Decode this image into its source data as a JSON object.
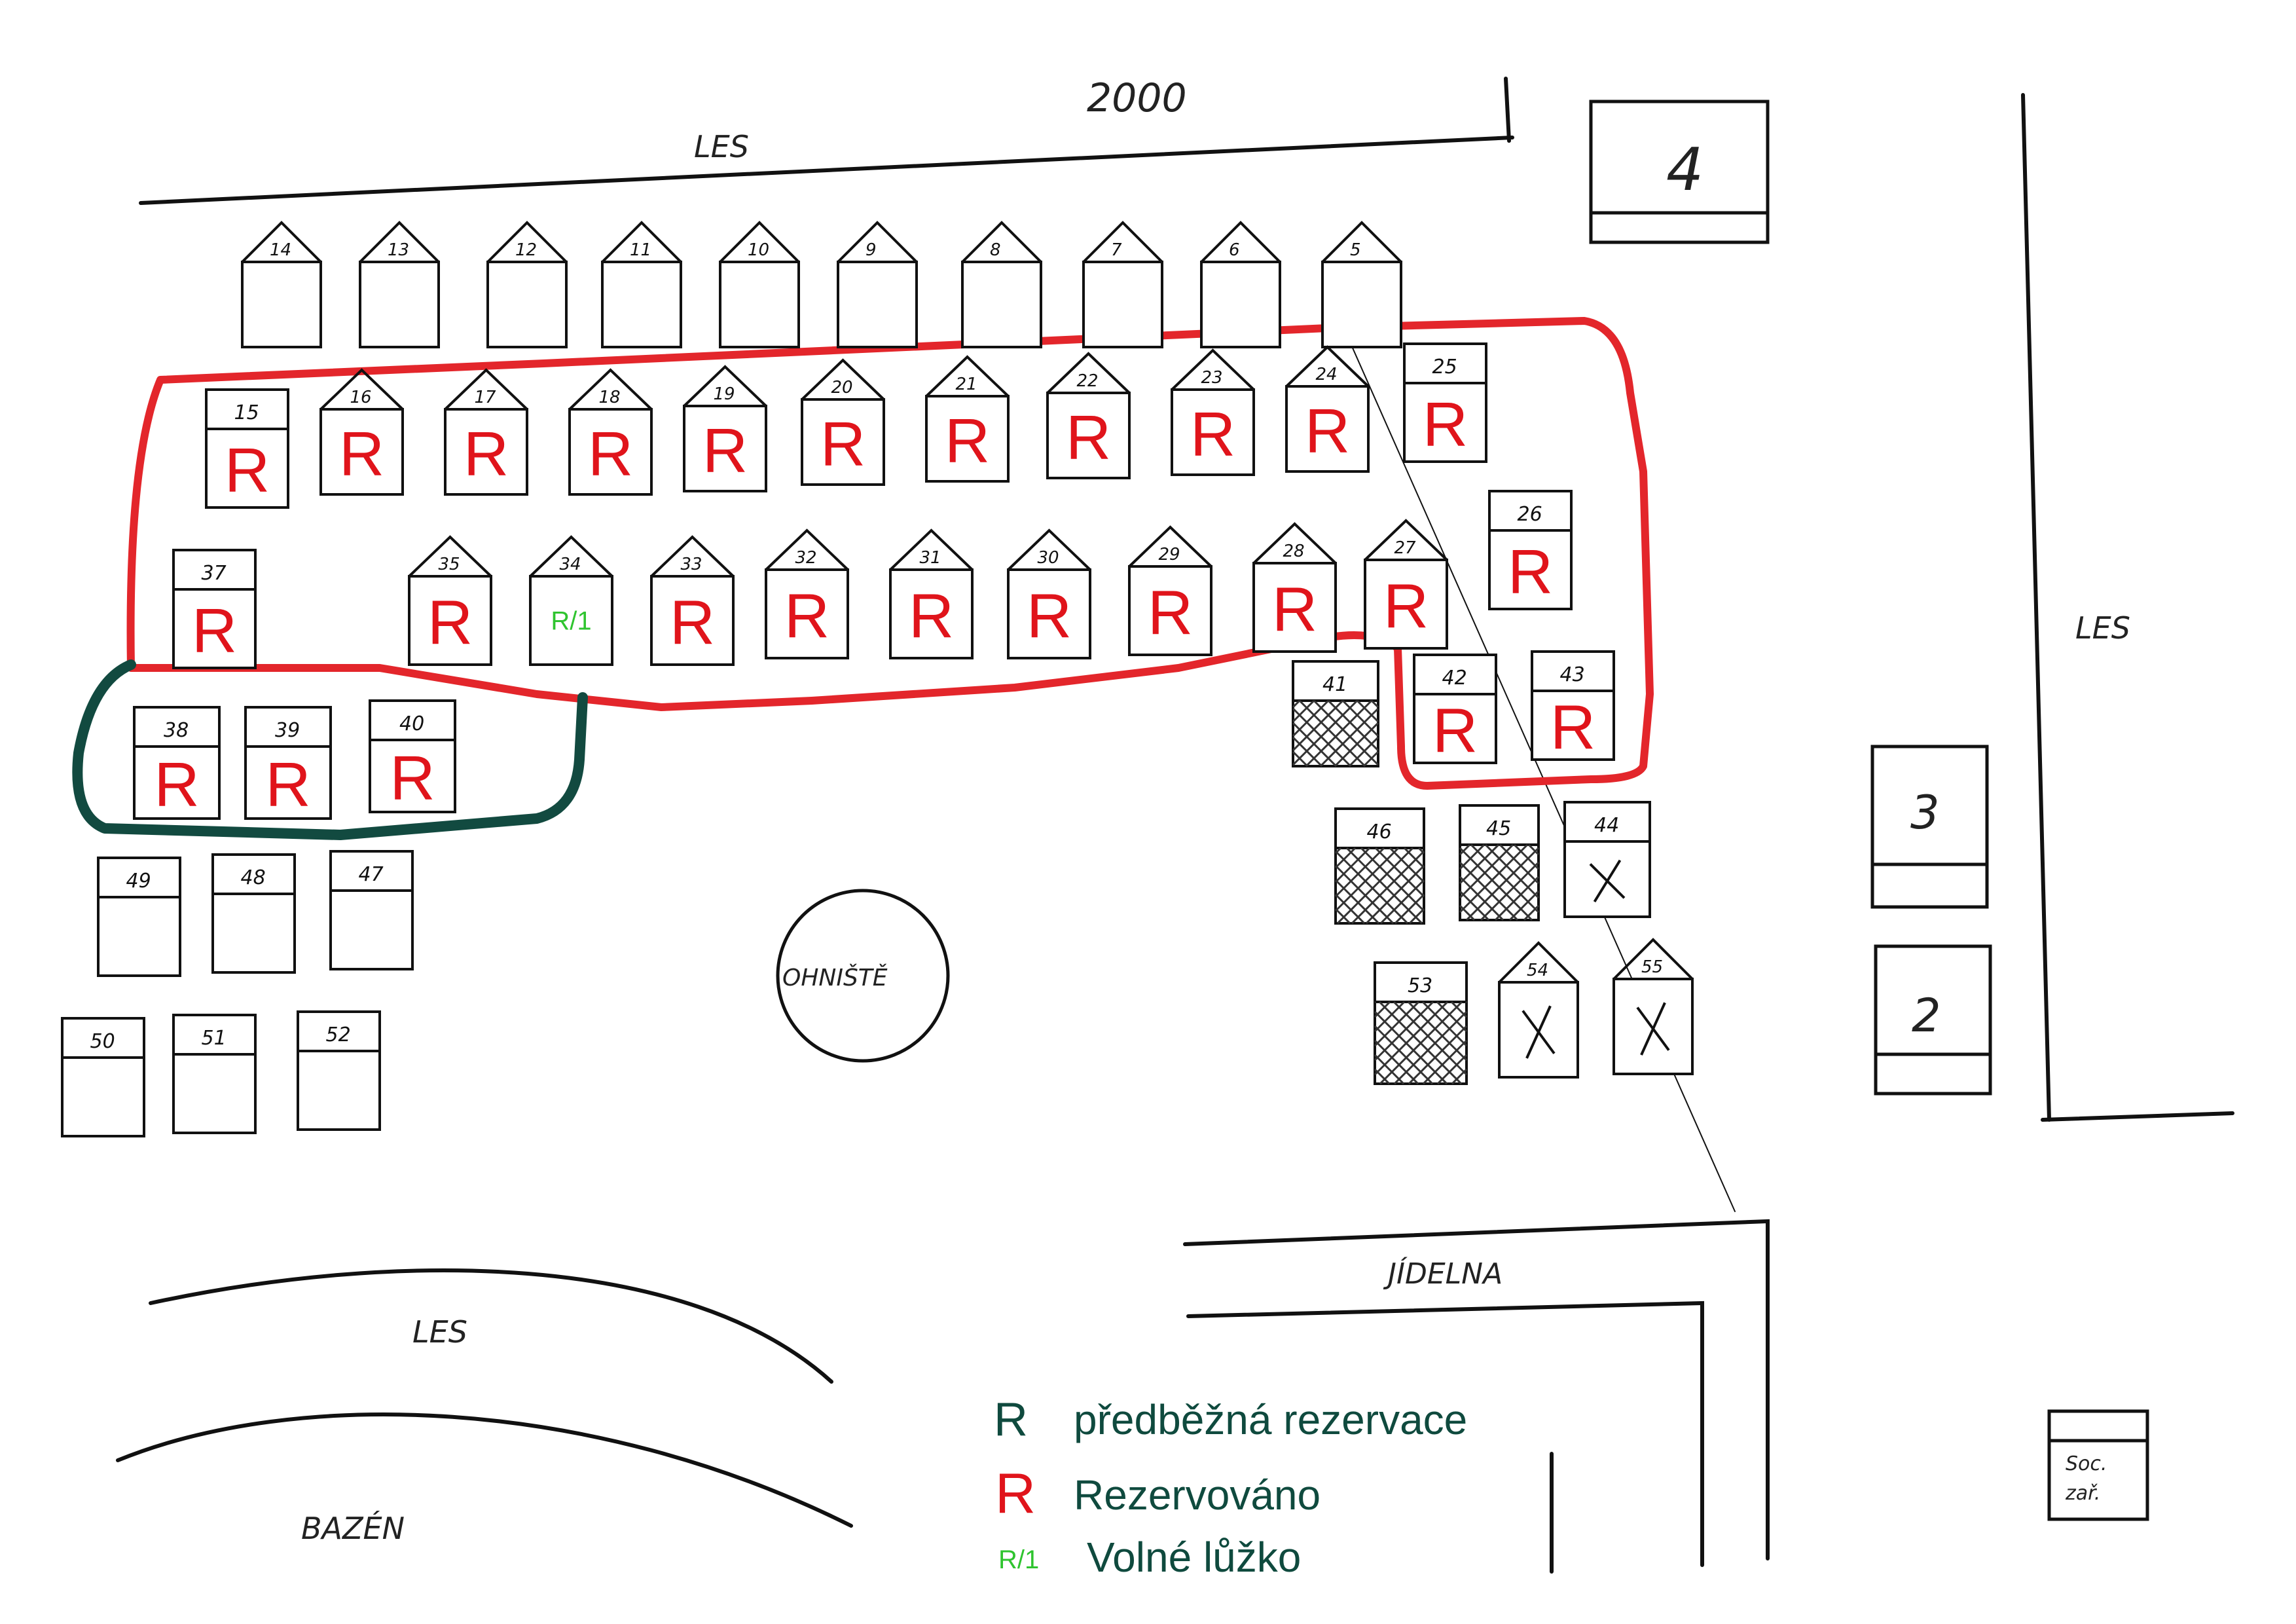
{
  "map": {
    "top_distance_label": "2000",
    "forest_label": "LES",
    "campfire_label": "OHNIŠTĚ",
    "dining_label": "JÍDELNA",
    "pool_label": "BAZÉN",
    "social_label_line1": "Soc.",
    "social_label_line2": "zař."
  },
  "buildings": [
    {
      "number": "4"
    },
    {
      "number": "3"
    },
    {
      "number": "2"
    }
  ],
  "cabins": {
    "row1": [
      "14",
      "13",
      "12",
      "11",
      "10",
      "9",
      "8",
      "7",
      "6",
      "5"
    ],
    "row2": [
      "15",
      "16",
      "17",
      "18",
      "19",
      "20",
      "21",
      "22",
      "23",
      "24",
      "25"
    ],
    "row3": [
      "37",
      "35",
      "34",
      "33",
      "32",
      "31",
      "30",
      "29",
      "28",
      "27",
      "26"
    ],
    "group_pending": [
      "38",
      "39",
      "40"
    ],
    "right_group": [
      "41",
      "42",
      "43"
    ],
    "row46": [
      "46",
      "45",
      "44"
    ],
    "row53": [
      "53",
      "54",
      "55"
    ],
    "left_row1": [
      "49",
      "48",
      "47"
    ],
    "left_row2": [
      "50",
      "51",
      "52"
    ]
  },
  "marks": {
    "reserved": "R",
    "free_bed": "R/1"
  },
  "colors": {
    "reserved": "#e0141b",
    "pending": "#0f4a3e",
    "free_bed": "#2fc42f",
    "outline_red": "#e3262b",
    "outline_green": "#124a40"
  },
  "legend": {
    "pending_symbol": "R",
    "pending_text": "předběžná rezervace",
    "reserved_symbol": "R",
    "reserved_text": "Rezervováno",
    "free_symbol": "R/1",
    "free_text": "Volné lůžko"
  }
}
